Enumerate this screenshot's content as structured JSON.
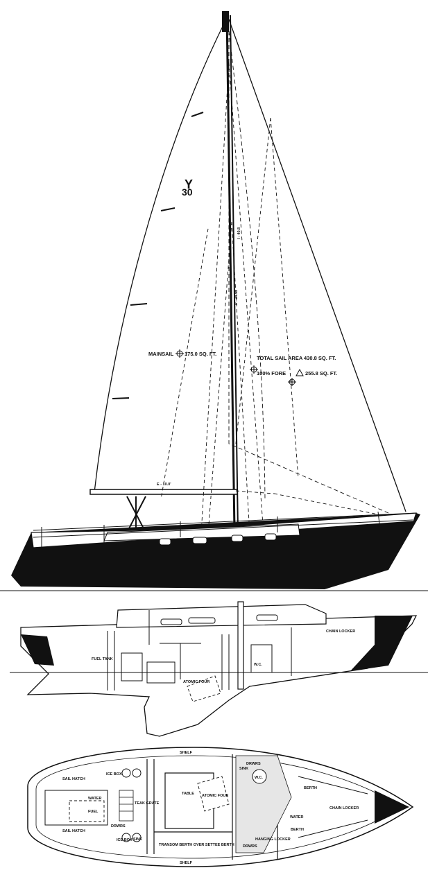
{
  "logo": {
    "text": "30",
    "letter": "Y"
  },
  "sail_plan": {
    "mainsail": "MAINSAIL",
    "mainsail_area": "175.0 SQ. FT.",
    "total_sail_area": "TOTAL SAIL AREA 430.8 SQ. FT.",
    "fore_triangle": "100% FORE",
    "fore_area": "255.8 SQ. FT.",
    "dim_i": "I - 40.8",
    "dim_p": "P - 34.52",
    "dim_e": "E - 10.0'"
  },
  "profile_labels": {
    "chain_locker": "CHAIN LOCKER",
    "fuel_tank": "FUEL TANK",
    "atomic_four": "ATOMIC FOUR",
    "wc": "W.C."
  },
  "plan_labels": {
    "shelf_top": "SHELF",
    "shelf_bottom": "SHELF",
    "sail_hatch_1": "SAIL HATCH",
    "sail_hatch_2": "SAIL HATCH",
    "water": "WATER",
    "fuel": "FUEL",
    "ice_box_1": "ICE BOX",
    "ice_box_2": "ICE BOX",
    "teak_grate": "TEAK GRATE",
    "drwrs_1": "DRWRS",
    "drwrs_2": "DRWRS",
    "drwrs_3": "DRWRS",
    "sink_1": "SINK",
    "sink_2": "SINK",
    "table": "TABLE",
    "atomic_four": "ATOMIC FOUR",
    "wc": "W.C.",
    "berth_1": "BERTH",
    "berth_2": "BERTH",
    "chain_locker": "CHAIN LOCKER",
    "water_tank": "WATER",
    "transom_berth": "TRANSOM BERTH OVER SETTEE BERTH",
    "hanging_locker": "HANGING LOCKER"
  }
}
